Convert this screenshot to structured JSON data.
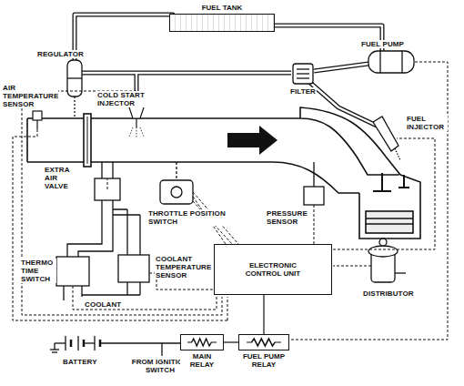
{
  "diagram": {
    "nodes": [
      {
        "text": [
          "FUEL TANK"
        ]
      },
      {
        "text": [
          "ELECTRONIC CONTROL UNIT"
        ]
      },
      {
        "text": [
          "MAIN RELAY"
        ]
      },
      {
        "text": [
          "FUEL PUMP RELAY"
        ]
      }
    ],
    "edges": [
      {
        "from": 2,
        "to": 3,
        "arrow": "none"
      },
      {
        "from": 3,
        "to": 1,
        "arrow": "none"
      }
    ],
    "labels": [
      "REGULATOR",
      "FUEL PUMP",
      "AIR TEMPERATURE SENSOR",
      "COLD START INJECTOR",
      "FILTER",
      "FUEL INJECTOR",
      "EXTRA AIR VALVE",
      "THROTTLE POSITION SWITCH",
      "PRESSURE SENSOR",
      "THERMO TIME SWITCH",
      "COOLANT TEMPERATURE SENSOR",
      "COOLANT",
      "DISTRIBUTOR",
      "BATTERY",
      "FROM IGNITION SWITCH"
    ]
  }
}
